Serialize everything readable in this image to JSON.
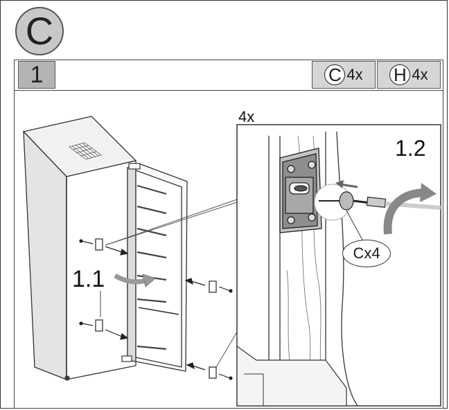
{
  "section": {
    "letter": "C"
  },
  "step": {
    "number": "1"
  },
  "parts": [
    {
      "letter": "C",
      "qty": "4x"
    },
    {
      "letter": "H",
      "qty": "4x"
    }
  ],
  "labels": {
    "sub_step_1": "1.1",
    "sub_step_2": "1.2",
    "detail_multiplier": "4x",
    "callout": "Cx4"
  }
}
